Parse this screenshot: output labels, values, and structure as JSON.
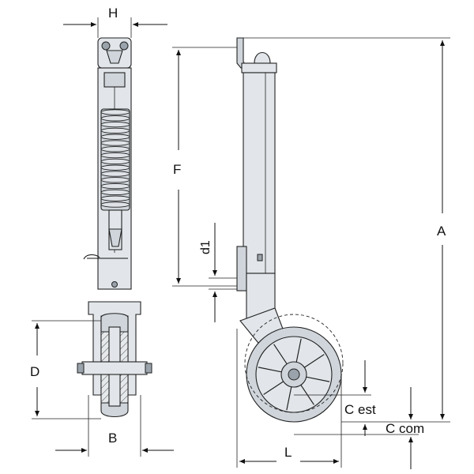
{
  "labels": {
    "H": "H",
    "F": "F",
    "d1": "d1",
    "D": "D",
    "B": "B",
    "A": "A",
    "L": "L",
    "C_est": "C est",
    "C_com": "C com"
  },
  "colors": {
    "line": "#111111",
    "metal_light": "#e2e6ea",
    "metal_mid": "#cfd5db",
    "metal_dark": "#9aa3ab"
  }
}
